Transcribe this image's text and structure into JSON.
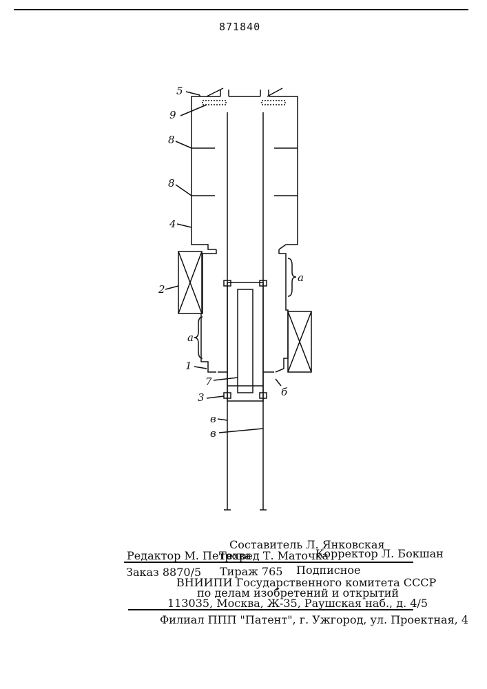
{
  "patent_number": "871840",
  "figure_labels": {
    "l1": "1",
    "l2": "2",
    "l3": "3",
    "l4": "4",
    "l5": "5",
    "l7": "7",
    "l8a": "8",
    "l8b": "8",
    "l9": "9",
    "a_right": "а",
    "a_left": "а",
    "b": "б",
    "v1": "в",
    "v2": "в"
  },
  "colophon": {
    "compiler": "Составитель Л. Янковская",
    "editor": "Редактор М. Петрова",
    "techred": "Техред Т. Маточка",
    "corrector": "Корректор Л. Бокшан",
    "order": "Заказ 8870/5",
    "circulation": "Тираж 765",
    "subscription": "Подписное",
    "org1": "ВНИИПИ Государственного комитета СССР",
    "org2": "по делам изобретений и открытий",
    "address": "113035, Москва, Ж-35, Раушская наб., д. 4/5",
    "branch": "Филиал ППП \"Патент\", г. Ужгород, ул. Проектная, 4"
  }
}
